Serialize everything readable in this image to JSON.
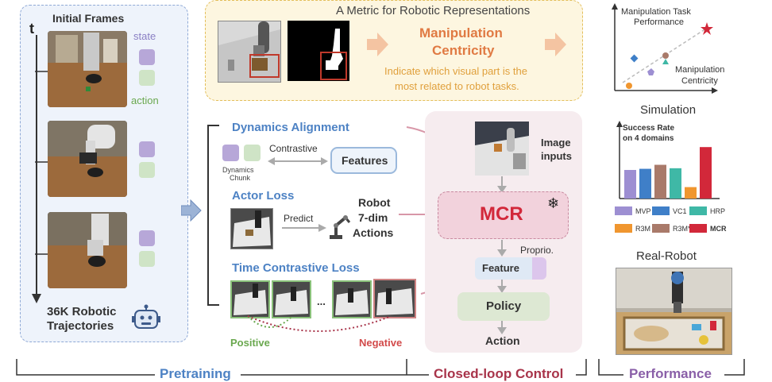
{
  "pretraining": {
    "initial_frames": "Initial Frames",
    "t_label": "t",
    "state_label": "state",
    "action_label": "action",
    "trajectories_line1": "36K Robotic",
    "trajectories_line2": "Trajectories"
  },
  "metric": {
    "title": "A Metric for Robotic Representations",
    "name_line1": "Manipulation",
    "name_line2": "Centricity",
    "desc_line1": "Indicate which visual part is the",
    "desc_line2": "most related to robot tasks."
  },
  "losses": {
    "dynamics_title": "Dynamics Alignment",
    "contrastive": "Contrastive",
    "features": "Features",
    "dynamics_chunk_line1": "Dynamics",
    "dynamics_chunk_line2": "Chunk",
    "actor_title": "Actor Loss",
    "predict": "Predict",
    "robot_line1": "Robot",
    "robot_line2": "7-dim",
    "robot_line3": "Actions",
    "time_title": "Time Contrastive Loss",
    "ellipsis": "...",
    "positive": "Positive",
    "negative": "Negative"
  },
  "control": {
    "image_line1": "Image",
    "image_line2": "inputs",
    "mcr": "MCR",
    "snowflake": "❄",
    "proprio": "Proprio.",
    "feature": "Feature",
    "policy": "Policy",
    "action": "Action"
  },
  "performance": {
    "corr_ylabel_line1": "Manipulation Task",
    "corr_ylabel_line2": "Performance",
    "corr_xlabel_line1": "Manipulation",
    "corr_xlabel_line2": "Centricity",
    "simulation": "Simulation",
    "success_line1": "Success Rate",
    "success_line2": "on 4 domains",
    "real_robot": "Real-Robot"
  },
  "chart_data": {
    "type": "bar",
    "categories": [
      "MVP",
      "VC1",
      "HRP",
      "R3M",
      "R3M*",
      "MCR"
    ],
    "values": [
      0.5,
      0.52,
      0.53,
      0.2,
      0.59,
      0.9
    ],
    "colors": [
      "#9d8fd2",
      "#3f7fc8",
      "#3fb8a6",
      "#f0962f",
      "#a97a6a",
      "#d2283a"
    ],
    "legend": [
      "MVP",
      "VC1",
      "HRP",
      "R3M",
      "R3M*",
      "MCR"
    ],
    "series_order": [
      "MVP",
      "VC1",
      "R3M*",
      "HRP",
      "R3M",
      "MCR"
    ],
    "title": "Success Rate on 4 domains",
    "grid": false
  },
  "bottom": {
    "pretraining": "Pretraining",
    "closed_loop": "Closed-loop Control",
    "performance": "Performance"
  },
  "colors": {
    "pretraining_blue": "#4d82c4",
    "closed_loop_red": "#a8344a",
    "performance_purple": "#8a5fa8",
    "mcr_red": "#d2283a",
    "metric_orange": "#e07a43"
  }
}
